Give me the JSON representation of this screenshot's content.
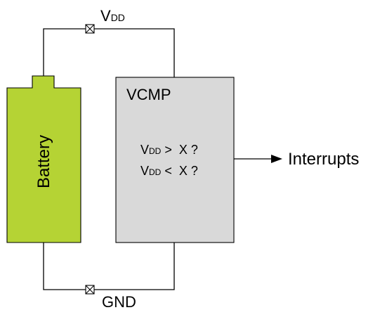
{
  "diagram": {
    "supply_label": {
      "main": "V",
      "subscript": "DD"
    },
    "ground_label": "GND",
    "battery_label": "Battery",
    "comparator_title": "VCMP",
    "condition_above": {
      "main": "V",
      "subscript": "DD",
      "rest": " >  X ?"
    },
    "condition_below": {
      "main": "V",
      "subscript": "DD",
      "rest": " <  X ?"
    },
    "output_label": "Interrupts"
  },
  "colors": {
    "battery_fill": "#b5d334",
    "comparator_fill": "#d9d9d9",
    "wire": "#000000"
  },
  "icons": {
    "supply_switch": "crossed-box-icon",
    "ground_switch": "crossed-box-icon",
    "output_arrow": "arrow-right-icon"
  }
}
